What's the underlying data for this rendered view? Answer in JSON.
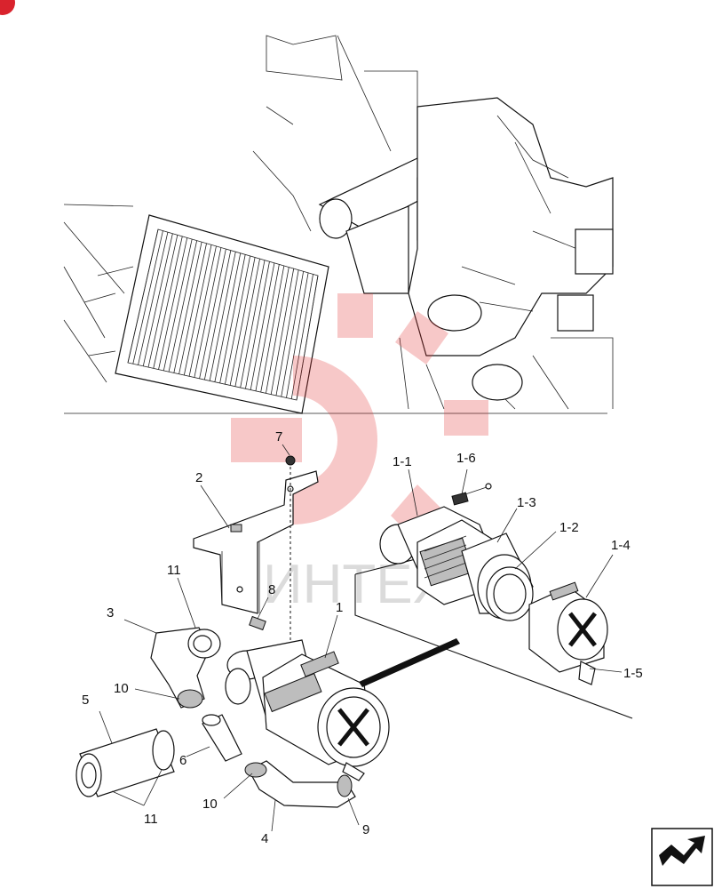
{
  "callouts": {
    "c1_1": "1-1",
    "c1_6": "1-6",
    "c1_3": "1-3",
    "c1_2": "1-2",
    "c1_4": "1-4",
    "c1_5": "1-5",
    "c7": "7",
    "c2": "2",
    "c11_top": "11",
    "c8": "8",
    "c3": "3",
    "c1": "1",
    "c10_left": "10",
    "c5": "5",
    "c6": "6",
    "c10_bottom": "10",
    "c9": "9",
    "c4": "4",
    "c11_bottom": "11"
  },
  "watermark": {
    "text": "ИНТЕХ"
  },
  "colors": {
    "watermark": "#e23a3a",
    "badge": "#d9232d",
    "line": "#111111"
  },
  "icons": {
    "page_badge": "corner-badge-icon",
    "navigation": "direction-arrow-icon"
  }
}
